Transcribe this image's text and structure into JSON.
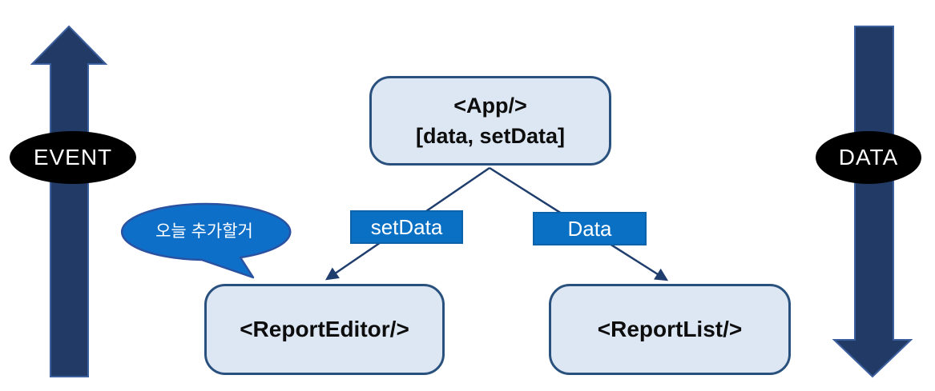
{
  "colors": {
    "background": "#ffffff",
    "node_fill": "#dce7f3",
    "node_border": "#2a517e",
    "node_text": "#0d0d0d",
    "edge_label_fill": "#0a70c4",
    "edge_label_border": "#0d63ab",
    "edge_label_text": "#ffffff",
    "flow_arrow_fill": "#213a66",
    "flow_arrow_border": "#3c5f9e",
    "badge_fill": "#000000",
    "badge_text": "#ffffff",
    "bubble_fill": "#0e6fc8",
    "bubble_border": "#2a52a0",
    "bubble_text": "#ffffff",
    "connector_color": "#1f3d6d"
  },
  "nodes": {
    "app": {
      "line1": "<App/>",
      "line2": "[data, setData]"
    },
    "report_editor": "<ReportEditor/>",
    "report_list": "<ReportList/>"
  },
  "edges": {
    "set_data_label": "setData",
    "data_label": "Data"
  },
  "badges": {
    "event": "EVENT",
    "data": "DATA"
  },
  "bubble": {
    "text": "오늘 추가할거"
  }
}
